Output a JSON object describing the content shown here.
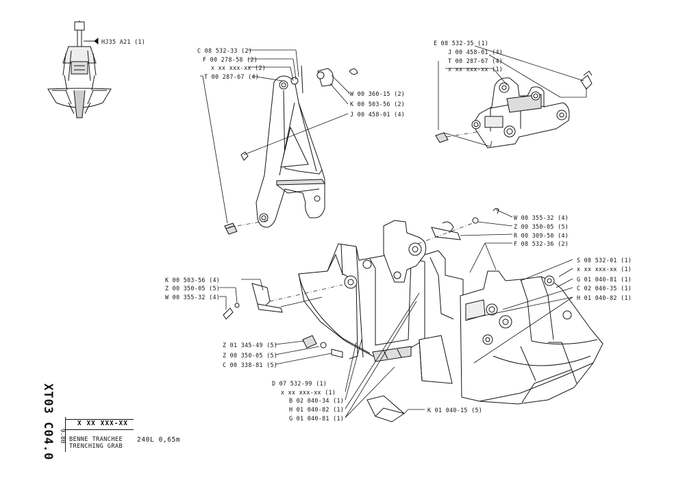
{
  "document": {
    "code": "XT03 C04.0",
    "date": "9.80",
    "part_number": "X XX XXX-XX",
    "name_fr": "BENNE TRANCHEE",
    "name_en": "TRENCHING GRAB",
    "capacity": "240L 0,65m"
  },
  "reference": {
    "label": "HJ35 A21 (1)"
  },
  "callouts": {
    "frame": [
      "C 08 532-33 (2)",
      "F 00 278-58 (2)",
      "x xx xxx-xx (2)",
      "T 00 287-67 (4)"
    ],
    "frame_right": [
      "W 00 360-15 (2)",
      "K 00 503-56 (2)",
      "J 00 458-01 (4)"
    ],
    "block": [
      "E 08 532-35 (1)",
      "J 00 458-01 (4)",
      "T 00 287-67 (4)",
      "x xx xxx-xx (1)"
    ],
    "pin_right": [
      "W 00 355-32 (4)",
      "Z 00 350-05 (5)",
      "R 00 309-50 (4)",
      "F 08 532-36 (2)"
    ],
    "shell_right": [
      "S 08 532-01 (1)",
      "x xx xxx-xx (1)",
      "G 01 040-81 (1)",
      "C 02 040-35 (1)",
      "H 01 040-82 (1)"
    ],
    "left_pin": [
      "K 00 503-56 (4)",
      "Z 00 350-05 (5)",
      "W 00 355-32 (4)"
    ],
    "bolts": [
      "Z 01 345-49 (5)",
      "Z 00 350-05 (5)",
      "C 00 338-81 (5)"
    ],
    "bottom": [
      "D 07 532-99 (1)",
      "x xx xxx-xx (1)",
      "B 02 040-34 (1)",
      "H 01 040-82 (1)",
      "G 01 040-81 (1)"
    ],
    "tooth": [
      "K 01 040-15 (5)"
    ]
  }
}
